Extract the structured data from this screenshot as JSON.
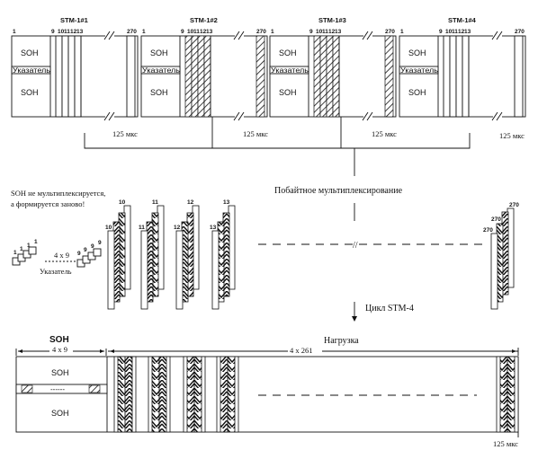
{
  "frames": [
    {
      "title": "STM-1#1",
      "time": "125 мкс",
      "hatched": false
    },
    {
      "title": "STM-1#2",
      "time": "125 мкс",
      "hatched": true
    },
    {
      "title": "STM-1#3",
      "time": "125 мкс",
      "hatched": true
    },
    {
      "title": "STM-1#4",
      "time": "125 мкс",
      "hatched": false
    }
  ],
  "frame_cols": [
    "1",
    "9",
    "10",
    "11",
    "12",
    "13",
    "270"
  ],
  "frame_labels": {
    "soh": "SOH",
    "pointer": "Указатель"
  },
  "mux": {
    "caption": "Побайтное мультиплексирование",
    "note_line1": "SOH не мультиплексируется,",
    "note_line2": "а формируется заново!",
    "ones": [
      "1",
      "1",
      "1",
      "1"
    ],
    "nines": [
      "9",
      "9",
      "9",
      "9"
    ],
    "tens": [
      "10",
      "10"
    ],
    "elevens": [
      "11",
      "11"
    ],
    "twelves": [
      "12",
      "12"
    ],
    "thirteens": [
      "13",
      "13"
    ],
    "two_seventies": [
      "270",
      "270",
      "270"
    ],
    "pointer_size": "4 x 9",
    "pointer_label": "Указатель",
    "cycle": "Цикл STM-4"
  },
  "stm4": {
    "soh_title": "SOH",
    "soh_size": "4 x 9",
    "payload_title": "Нагрузка",
    "payload_size": "4 x 261",
    "soh_top": "SOH",
    "soh_bottom": "SOH",
    "pointer_dashes": "------",
    "time": "125 мкс"
  }
}
